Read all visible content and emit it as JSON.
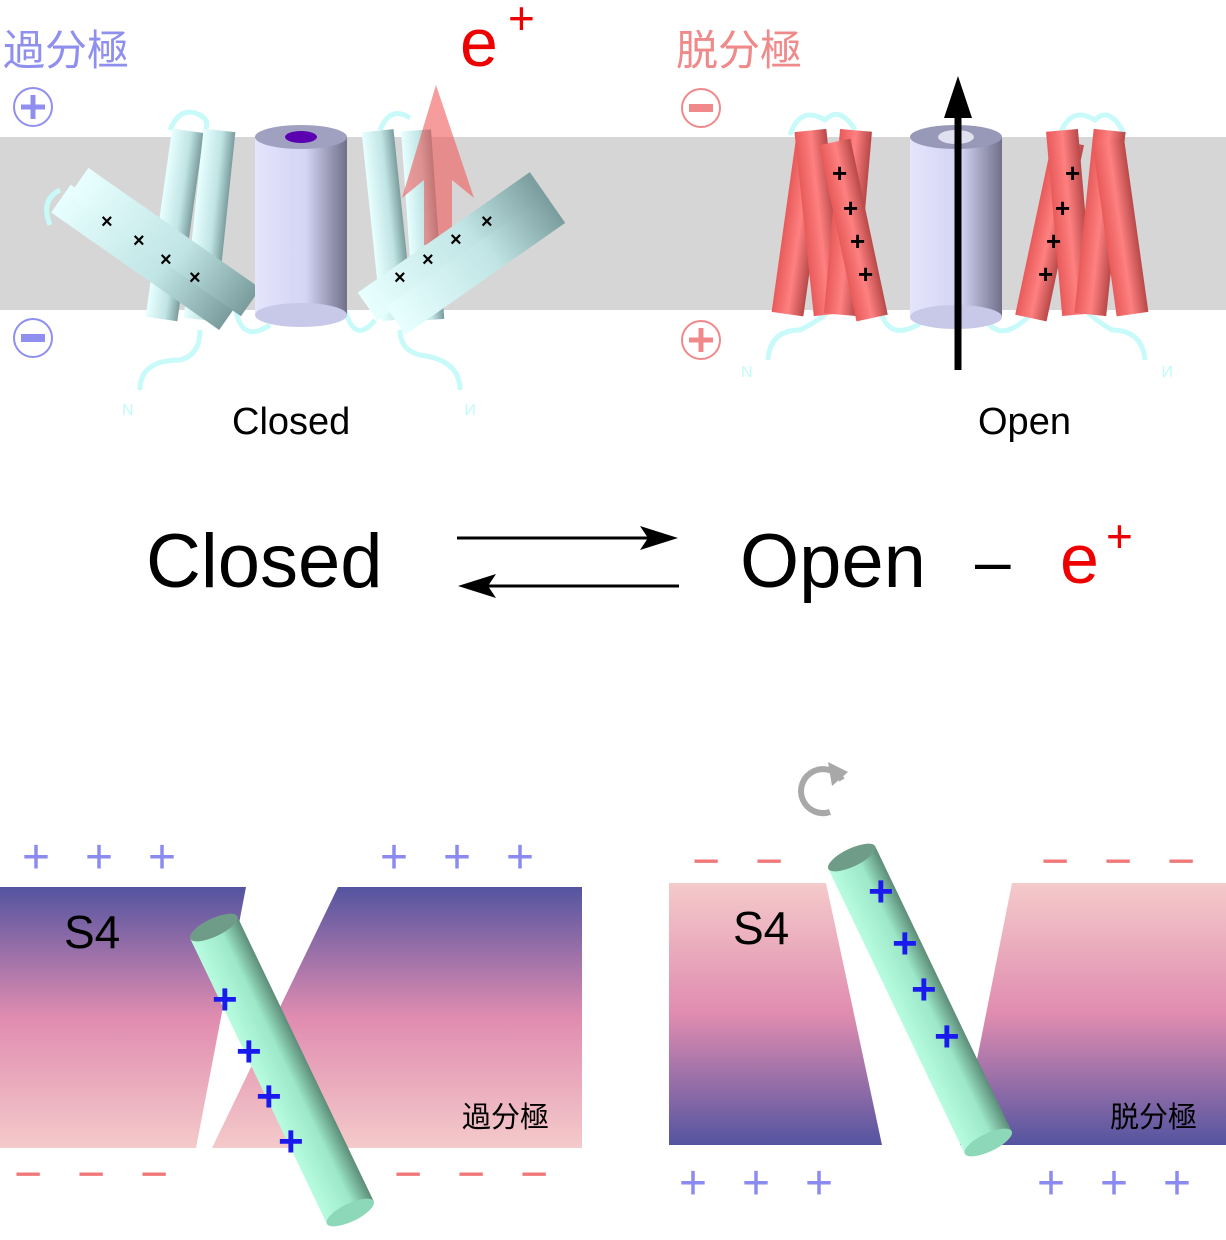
{
  "top_left": {
    "state_label": "過分極",
    "outside_sign": "+",
    "inside_sign": "−",
    "channel_label": "Closed",
    "n_terminal_left": "N",
    "n_terminal_right": "N",
    "charge_marks": "×",
    "ion_label": "e",
    "ion_charge": "+"
  },
  "top_right": {
    "state_label": "脱分極",
    "outside_sign": "−",
    "inside_sign": "+",
    "channel_label": "Open",
    "n_terminal_left": "N",
    "n_terminal_right": "N",
    "charge_marks": "+"
  },
  "equation": {
    "left": "Closed",
    "right": "Open",
    "minus": "–",
    "ion": "e",
    "ion_charge": "+"
  },
  "bottom_left": {
    "segment_label": "S4",
    "state_label": "過分極",
    "top_sign": "+",
    "bottom_sign": "−",
    "helix_sign": "+"
  },
  "bottom_right": {
    "segment_label": "S4",
    "state_label": "脱分極",
    "top_sign": "−",
    "bottom_sign": "+",
    "helix_sign": "+"
  },
  "colors": {
    "hyperpolarized": "#8f8ff0",
    "depolarized": "#f08a8a",
    "ion": "#ee0000",
    "membrane": "#d6d6d6",
    "helix_closed": "#d8f8f8",
    "helix_open": "#f07070",
    "pore": "#dcdcf8",
    "s4": "#a8f0d4",
    "s4_charge": "#1a1aee"
  }
}
